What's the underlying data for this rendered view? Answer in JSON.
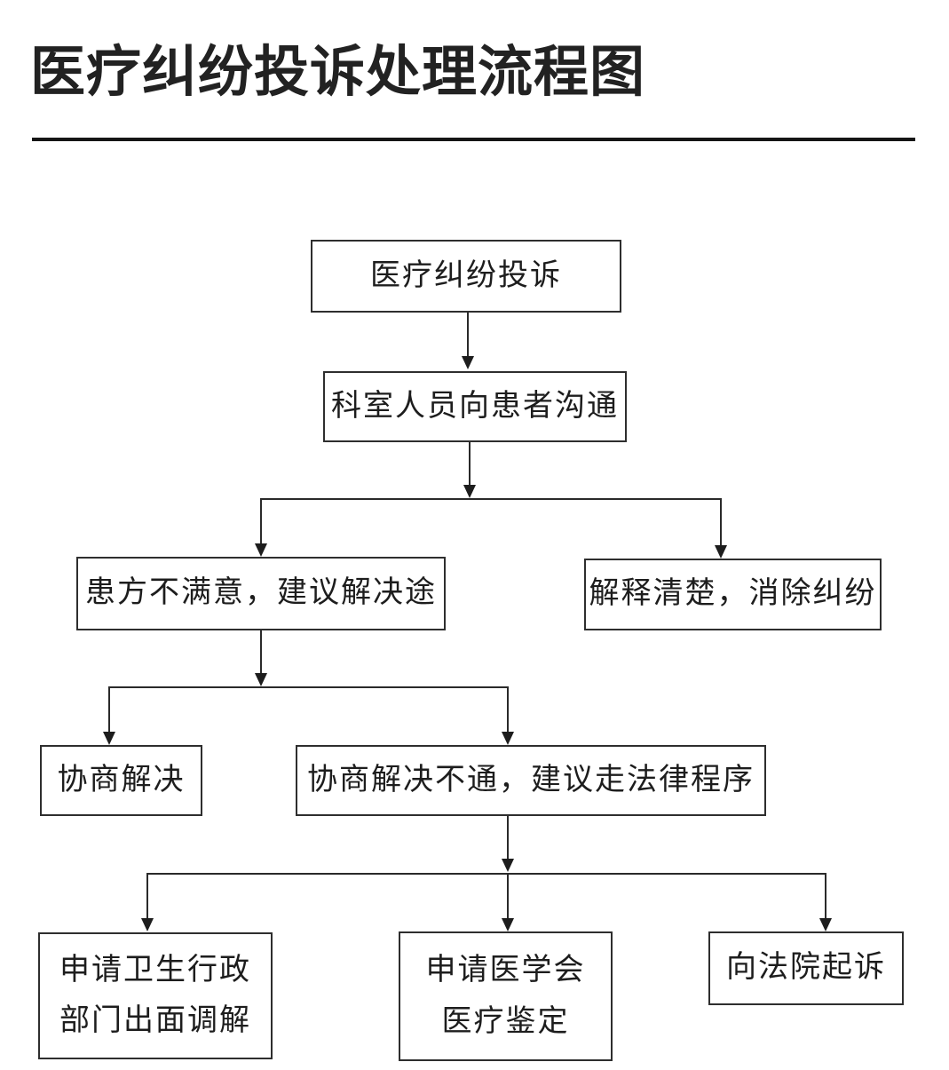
{
  "page": {
    "title": "医疗纠纷投诉处理流程图"
  },
  "colors": {
    "ink": "#1d1d1d",
    "box_border": "#2e2e2e",
    "line": "#2a2a2a",
    "background": "#ffffff"
  },
  "flowchart": {
    "nodes": [
      {
        "id": "complaint",
        "lines": [
          "医疗纠纷投诉"
        ]
      },
      {
        "id": "communicate",
        "lines": [
          "科室人员向患者沟通"
        ]
      },
      {
        "id": "unsatisfied",
        "lines": [
          "患方不满意，建议解决途"
        ]
      },
      {
        "id": "resolved",
        "lines": [
          "解释清楚，消除纠纷"
        ]
      },
      {
        "id": "negotiate",
        "lines": [
          "协商解决"
        ]
      },
      {
        "id": "legal",
        "lines": [
          "协商解决不通，建议走法律程序"
        ]
      },
      {
        "id": "admin-mediation",
        "lines": [
          "申请卫生行政",
          "部门出面调解"
        ]
      },
      {
        "id": "medical-appraisal",
        "lines": [
          "申请医学会",
          "医疗鉴定"
        ]
      },
      {
        "id": "court",
        "lines": [
          "向法院起诉"
        ]
      }
    ]
  }
}
